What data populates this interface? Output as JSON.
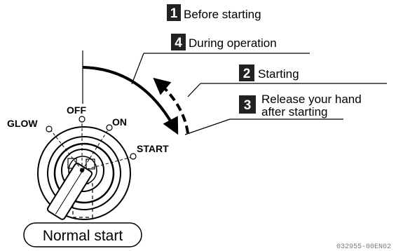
{
  "steps": [
    {
      "number": "1",
      "text": "Before starting"
    },
    {
      "number": "4",
      "text": "During operation"
    },
    {
      "number": "2",
      "text": "Starting"
    },
    {
      "number": "3",
      "text": "Release your hand",
      "text2": "after starting"
    }
  ],
  "positions": {
    "glow": "GLOW",
    "off": "OFF",
    "on": "ON",
    "start": "START"
  },
  "caption": "Normal start",
  "figure_code": "032955-00EN02"
}
